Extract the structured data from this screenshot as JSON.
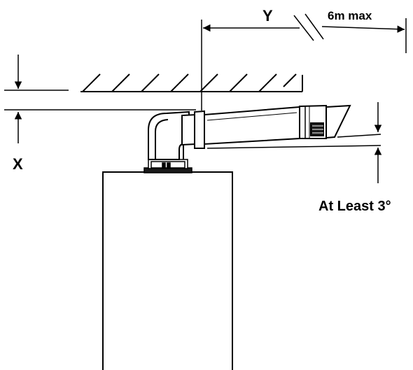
{
  "labels": {
    "y": "Y",
    "max_length": "6m max",
    "x": "X",
    "fall": "At Least 3°"
  },
  "colors": {
    "line": "#000000",
    "background": "#ffffff"
  }
}
